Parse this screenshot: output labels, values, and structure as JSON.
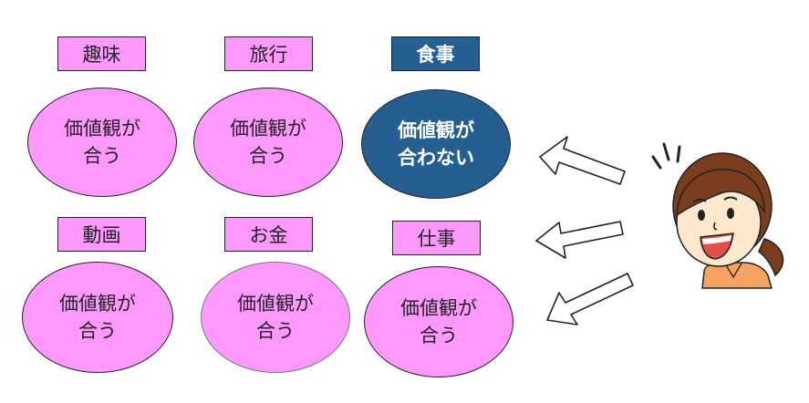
{
  "topics": [
    {
      "label": "趣味",
      "line1": "価値観が",
      "line2": "合う",
      "highlight": false
    },
    {
      "label": "旅行",
      "line1": "価値観が",
      "line2": "合う",
      "highlight": false
    },
    {
      "label": "食事",
      "line1": "価値観が",
      "line2": "合わない",
      "highlight": true
    },
    {
      "label": "動画",
      "line1": "価値観が",
      "line2": "合う",
      "highlight": false
    },
    {
      "label": "お金",
      "line1": "価値観が",
      "line2": "合う",
      "highlight": false
    },
    {
      "label": "仕事",
      "line1": "価値観が",
      "line2": "合う",
      "highlight": false
    }
  ],
  "colors": {
    "pink": "#ff99ff",
    "highlight": "#255e91",
    "skin": "#ffe8cc",
    "hair": "#7a3e1e",
    "shirt": "#f4a460"
  },
  "icons": [
    "arrow-left-icon",
    "person-icon"
  ]
}
